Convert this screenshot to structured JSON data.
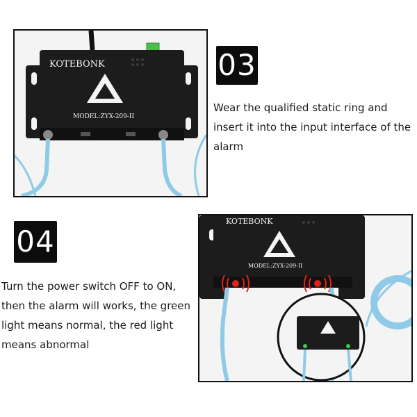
{
  "steps": [
    {
      "number": "03",
      "lines": [
        "Wear the qualified static ring and",
        "insert it into the input interface of the",
        "alarm"
      ]
    },
    {
      "number": "04",
      "lines": [
        "Turn the power switch OFF to ON,",
        "then the alarm will works, the green",
        "light means normal, the red light",
        "means abnormal"
      ]
    }
  ],
  "device": {
    "brand": "KOTEBONK",
    "model": "MODEL:ZYX-209-II"
  },
  "colors": {
    "device_body": "#1c1c1c",
    "cable": "#8fcbe6",
    "alarm_red": "#e0221a",
    "normal_green": "#2fd04a",
    "connector_green": "#4bbf4a"
  }
}
